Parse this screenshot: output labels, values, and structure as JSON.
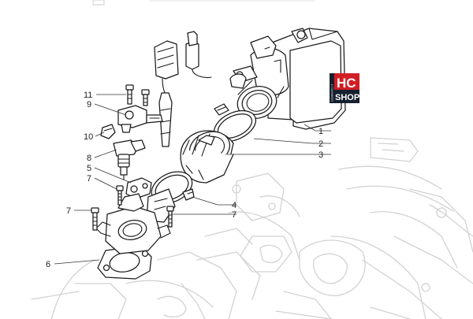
{
  "diagram": {
    "callouts": [
      {
        "id": "c11",
        "label": "11"
      },
      {
        "id": "c9",
        "label": "9"
      },
      {
        "id": "c10",
        "label": "10"
      },
      {
        "id": "c8",
        "label": "8"
      },
      {
        "id": "c5",
        "label": "5"
      },
      {
        "id": "c7a",
        "label": "7"
      },
      {
        "id": "c7b",
        "label": "7"
      },
      {
        "id": "c6",
        "label": "6"
      },
      {
        "id": "c1",
        "label": "1"
      },
      {
        "id": "c2",
        "label": "2"
      },
      {
        "id": "c3",
        "label": "3"
      },
      {
        "id": "c4",
        "label": "4"
      },
      {
        "id": "c7c",
        "label": "7"
      }
    ]
  },
  "logo": {
    "line1": "HC",
    "line2": "SHOP",
    "vertical": "GOMMATO.IT",
    "colors": {
      "top": "#d11f26",
      "bottom": "#17202e"
    }
  },
  "colors": {
    "lines": "#1a1a1a",
    "background_engine": "#d2d2d2"
  }
}
